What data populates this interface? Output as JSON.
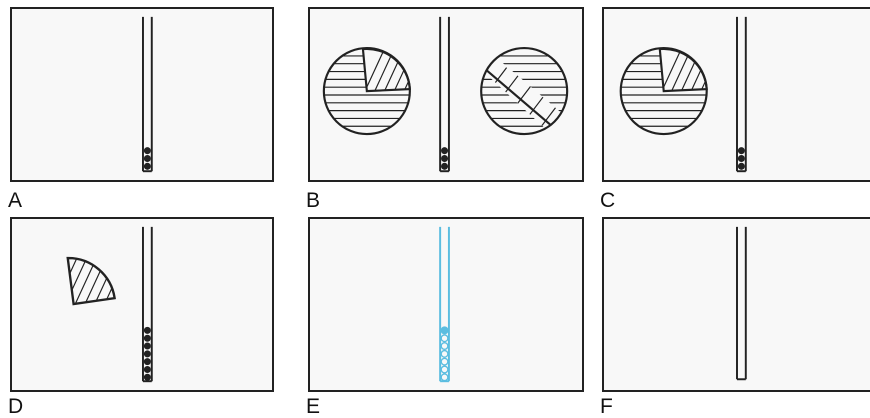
{
  "panels": [
    {
      "label": "A",
      "tube_color": "#222222",
      "balls": 3,
      "shapes": []
    },
    {
      "label": "B",
      "tube_color": "#222222",
      "balls": 3,
      "shapes": [
        "circle-with-sector",
        "circle-with-band"
      ]
    },
    {
      "label": "C",
      "tube_color": "#222222",
      "balls": 3,
      "shapes": [
        "circle-with-sector"
      ]
    },
    {
      "label": "D",
      "tube_color": "#222222",
      "balls": 7,
      "shapes": [
        "sector"
      ]
    },
    {
      "label": "E",
      "tube_color": "#5bbde0",
      "balls": 7,
      "shapes": []
    },
    {
      "label": "F",
      "tube_color": "#222222",
      "balls": 0,
      "shapes": []
    }
  ]
}
